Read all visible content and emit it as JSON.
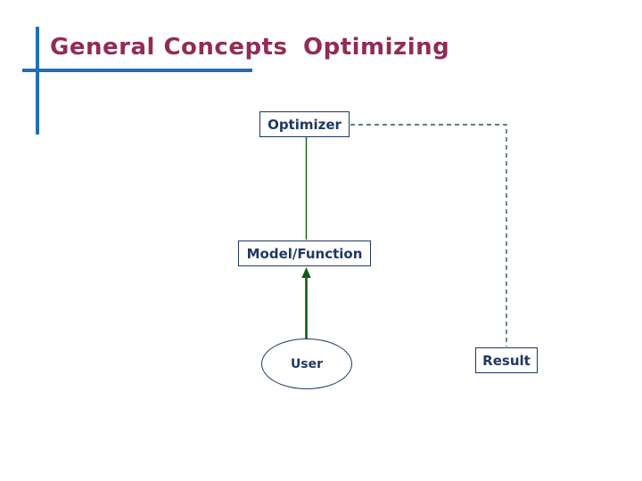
{
  "slide": {
    "title_left": "General Concepts",
    "title_right": "Optimizing"
  },
  "diagram": {
    "optimizer": {
      "label": "Optimizer"
    },
    "model": {
      "label": "Model/Function"
    },
    "user": {
      "label": "User"
    },
    "result": {
      "label": "Result"
    }
  },
  "theme": {
    "title_color": "#922B55",
    "accent_blue": "#1F6FB5",
    "node_border": "#1F3864",
    "node_text": "#1F3864",
    "connector_green": "#145A14",
    "dashed_line": "#2D5A3C",
    "background": "#FFFFFF"
  }
}
